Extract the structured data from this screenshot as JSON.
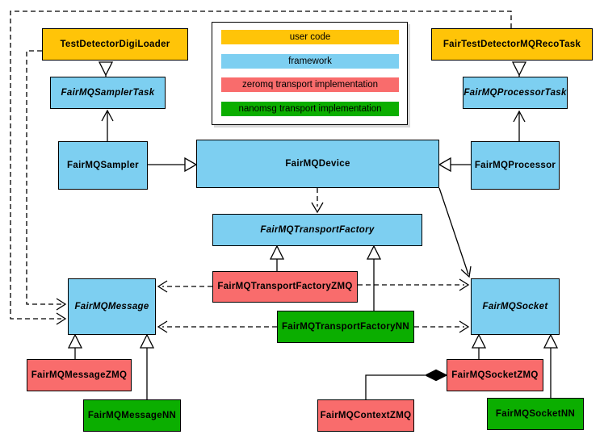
{
  "colors": {
    "user_code": "#FFC408",
    "framework": "#7DCFF1",
    "zeromq": "#F96C6C",
    "nanomsg": "#0BAE00",
    "edge": "#000000",
    "background": "#FFFFFF"
  },
  "legend": {
    "items": [
      {
        "label": "user code",
        "category": "user_code"
      },
      {
        "label": "framework",
        "category": "framework"
      },
      {
        "label": "zeromq transport implementation",
        "category": "zeromq"
      },
      {
        "label": "nanomsg transport implementation",
        "category": "nanomsg"
      }
    ]
  },
  "nodes": {
    "testDetectorDigiLoader": {
      "label": "TestDetectorDigiLoader",
      "category": "user_code",
      "abstract": false
    },
    "fairTestDetectorMQRecoTask": {
      "label": "FairTestDetectorMQRecoTask",
      "category": "user_code",
      "abstract": false
    },
    "fairMQSamplerTask": {
      "label": "FairMQSamplerTask",
      "category": "framework",
      "abstract": true
    },
    "fairMQProcessorTask": {
      "label": "FairMQProcessorTask",
      "category": "framework",
      "abstract": true
    },
    "fairMQSampler": {
      "label": "FairMQSampler",
      "category": "framework",
      "abstract": false
    },
    "fairMQDevice": {
      "label": "FairMQDevice",
      "category": "framework",
      "abstract": false
    },
    "fairMQProcessor": {
      "label": "FairMQProcessor",
      "category": "framework",
      "abstract": false
    },
    "fairMQTransportFactory": {
      "label": "FairMQTransportFactory",
      "category": "framework",
      "abstract": true
    },
    "fairMQTransportFactoryZMQ": {
      "label": "FairMQTransportFactoryZMQ",
      "category": "zeromq",
      "abstract": false
    },
    "fairMQTransportFactoryNN": {
      "label": "FairMQTransportFactoryNN",
      "category": "nanomsg",
      "abstract": false
    },
    "fairMQMessage": {
      "label": "FairMQMessage",
      "category": "framework",
      "abstract": true
    },
    "fairMQSocket": {
      "label": "FairMQSocket",
      "category": "framework",
      "abstract": true
    },
    "fairMQMessageZMQ": {
      "label": "FairMQMessageZMQ",
      "category": "zeromq",
      "abstract": false
    },
    "fairMQMessageNN": {
      "label": "FairMQMessageNN",
      "category": "nanomsg",
      "abstract": false
    },
    "fairMQContextZMQ": {
      "label": "FairMQContextZMQ",
      "category": "zeromq",
      "abstract": false
    },
    "fairMQSocketZMQ": {
      "label": "FairMQSocketZMQ",
      "category": "zeromq",
      "abstract": false
    },
    "fairMQSocketNN": {
      "label": "FairMQSocketNN",
      "category": "nanomsg",
      "abstract": false
    }
  },
  "edges": [
    {
      "from": "testDetectorDigiLoader",
      "to": "fairMQSamplerTask",
      "relation": "inheritance"
    },
    {
      "from": "fairTestDetectorMQRecoTask",
      "to": "fairMQProcessorTask",
      "relation": "inheritance"
    },
    {
      "from": "fairMQSampler",
      "to": "fairMQSamplerTask",
      "relation": "arrow"
    },
    {
      "from": "fairMQProcessor",
      "to": "fairMQProcessorTask",
      "relation": "arrow"
    },
    {
      "from": "fairMQSampler",
      "to": "fairMQDevice",
      "relation": "inheritance"
    },
    {
      "from": "fairMQProcessor",
      "to": "fairMQDevice",
      "relation": "inheritance"
    },
    {
      "from": "fairMQDevice",
      "to": "fairMQTransportFactory",
      "relation": "dashed-dependency"
    },
    {
      "from": "fairMQDevice",
      "to": "fairMQSocket",
      "relation": "arrow"
    },
    {
      "from": "fairMQTransportFactoryZMQ",
      "to": "fairMQTransportFactory",
      "relation": "inheritance"
    },
    {
      "from": "fairMQTransportFactoryNN",
      "to": "fairMQTransportFactory",
      "relation": "inheritance"
    },
    {
      "from": "fairMQTransportFactoryZMQ",
      "to": "fairMQMessage",
      "relation": "dashed-dependency"
    },
    {
      "from": "fairMQTransportFactoryZMQ",
      "to": "fairMQSocket",
      "relation": "dashed-dependency"
    },
    {
      "from": "fairMQTransportFactoryNN",
      "to": "fairMQMessage",
      "relation": "dashed-dependency"
    },
    {
      "from": "fairMQTransportFactoryNN",
      "to": "fairMQSocket",
      "relation": "dashed-dependency"
    },
    {
      "from": "testDetectorDigiLoader",
      "to": "fairMQMessage",
      "relation": "dashed-dependency"
    },
    {
      "from": "fairTestDetectorMQRecoTask",
      "to": "fairMQMessage",
      "relation": "dashed-dependency"
    },
    {
      "from": "fairMQMessageZMQ",
      "to": "fairMQMessage",
      "relation": "inheritance"
    },
    {
      "from": "fairMQMessageNN",
      "to": "fairMQMessage",
      "relation": "inheritance"
    },
    {
      "from": "fairMQSocketZMQ",
      "to": "fairMQSocket",
      "relation": "inheritance"
    },
    {
      "from": "fairMQSocketNN",
      "to": "fairMQSocket",
      "relation": "inheritance"
    },
    {
      "from": "fairMQContextZMQ",
      "to": "fairMQSocketZMQ",
      "relation": "composition"
    }
  ]
}
